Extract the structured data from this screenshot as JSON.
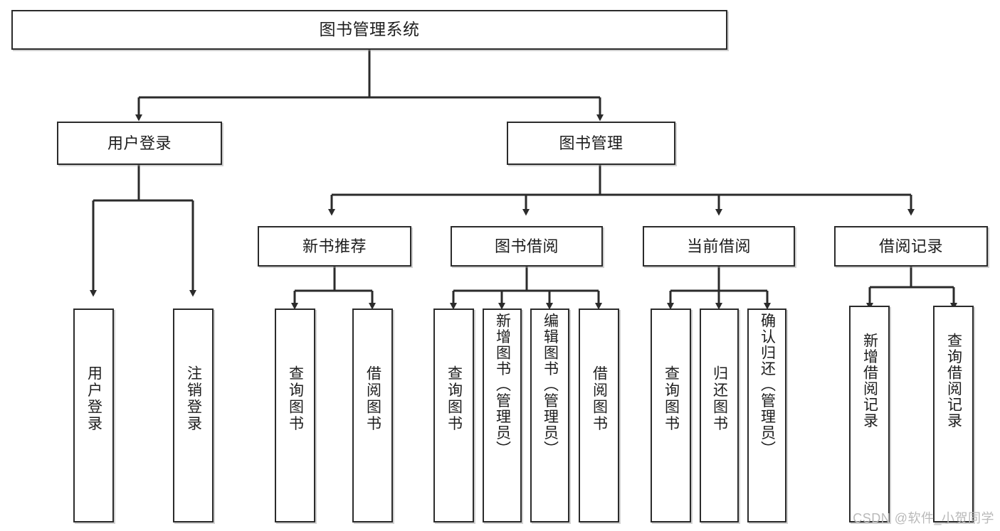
{
  "diagram": {
    "title": "图书管理系统",
    "type": "tree",
    "colors": {
      "box_border": "#2b2b2b",
      "box_fill": "#ffffff",
      "line": "#2b2b2b",
      "text": "#1d1d1d",
      "watermark": "#b9b9b9",
      "background": "#ffffff"
    },
    "root": {
      "id": "root",
      "label": "图书管理系统",
      "orientation": "horizontal"
    },
    "level1": [
      {
        "id": "user-login",
        "label": "用户登录",
        "orientation": "horizontal"
      },
      {
        "id": "book-manage",
        "label": "图书管理",
        "orientation": "horizontal"
      }
    ],
    "level2": [
      {
        "id": "new-book-recommend",
        "label": "新书推荐",
        "orientation": "horizontal",
        "parent": "book-manage"
      },
      {
        "id": "book-borrow",
        "label": "图书借阅",
        "orientation": "horizontal",
        "parent": "book-manage"
      },
      {
        "id": "current-borrow",
        "label": "当前借阅",
        "orientation": "horizontal",
        "parent": "book-manage"
      },
      {
        "id": "borrow-record",
        "label": "借阅记录",
        "orientation": "horizontal",
        "parent": "book-manage"
      }
    ],
    "leaves": [
      {
        "id": "leaf-user-login",
        "label": "用户登录",
        "parent": "user-login"
      },
      {
        "id": "leaf-logout-login",
        "label": "注销登录",
        "parent": "user-login"
      },
      {
        "id": "leaf-query-book-1",
        "label": "查询图书",
        "parent": "new-book-recommend"
      },
      {
        "id": "leaf-borrow-book-1",
        "label": "借阅图书",
        "parent": "new-book-recommend"
      },
      {
        "id": "leaf-query-book-2",
        "label": "查询图书",
        "parent": "book-borrow"
      },
      {
        "id": "leaf-add-book",
        "label": "新增图书（管理员）",
        "parent": "book-borrow"
      },
      {
        "id": "leaf-edit-book",
        "label": "编辑图书（管理员）",
        "parent": "book-borrow"
      },
      {
        "id": "leaf-borrow-book-2",
        "label": "借阅图书",
        "parent": "book-borrow"
      },
      {
        "id": "leaf-query-book-3",
        "label": "查询图书",
        "parent": "current-borrow"
      },
      {
        "id": "leaf-return-book",
        "label": "归还图书",
        "parent": "current-borrow"
      },
      {
        "id": "leaf-confirm-return",
        "label": "确认归还（管理员）",
        "parent": "current-borrow"
      },
      {
        "id": "leaf-add-record",
        "label": "新增借阅记录",
        "parent": "borrow-record"
      },
      {
        "id": "leaf-query-record",
        "label": "查询借阅记录",
        "parent": "borrow-record"
      }
    ],
    "edges": [
      {
        "from": "root",
        "to": "user-login"
      },
      {
        "from": "root",
        "to": "book-manage"
      },
      {
        "from": "user-login",
        "to": "leaf-user-login"
      },
      {
        "from": "user-login",
        "to": "leaf-logout-login"
      },
      {
        "from": "book-manage",
        "to": "new-book-recommend"
      },
      {
        "from": "book-manage",
        "to": "book-borrow"
      },
      {
        "from": "book-manage",
        "to": "current-borrow"
      },
      {
        "from": "book-manage",
        "to": "borrow-record"
      },
      {
        "from": "new-book-recommend",
        "to": "leaf-query-book-1"
      },
      {
        "from": "new-book-recommend",
        "to": "leaf-borrow-book-1"
      },
      {
        "from": "book-borrow",
        "to": "leaf-query-book-2"
      },
      {
        "from": "book-borrow",
        "to": "leaf-add-book"
      },
      {
        "from": "book-borrow",
        "to": "leaf-edit-book"
      },
      {
        "from": "book-borrow",
        "to": "leaf-borrow-book-2"
      },
      {
        "from": "current-borrow",
        "to": "leaf-query-book-3"
      },
      {
        "from": "current-borrow",
        "to": "leaf-return-book"
      },
      {
        "from": "current-borrow",
        "to": "leaf-confirm-return"
      },
      {
        "from": "borrow-record",
        "to": "leaf-add-record"
      },
      {
        "from": "borrow-record",
        "to": "leaf-query-record"
      }
    ]
  },
  "watermark": {
    "text": "CSDN @软件_小贺同学"
  }
}
